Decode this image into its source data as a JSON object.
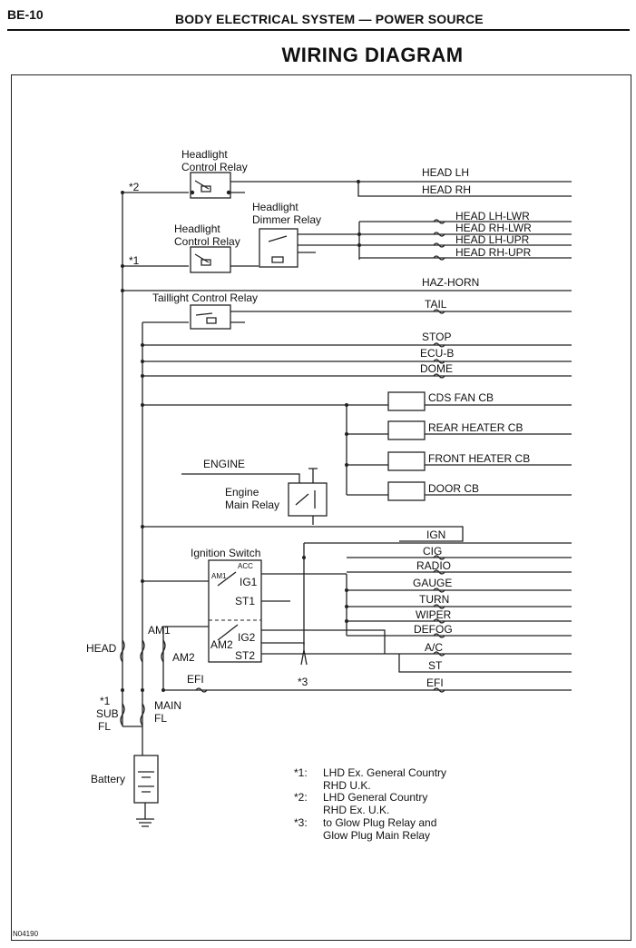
{
  "header": {
    "page_number": "BE-10",
    "system_title": "BODY ELECTRICAL SYSTEM — POWER SOURCE",
    "diagram_title": "WIRING DIAGRAM"
  },
  "relays": {
    "headlight_control_relay_upper": "Headlight\nControl Relay",
    "headlight_control_relay_lower": "Headlight\nControl Relay",
    "headlight_dimmer_relay": "Headlight\nDimmer Relay",
    "taillight_control_relay": "Taillight Control Relay",
    "engine_main_relay": "Engine\nMain Relay"
  },
  "markers": {
    "note1": "*1",
    "note2": "*2",
    "note3": "*3"
  },
  "outputs_top": [
    "HEAD LH",
    "HEAD RH",
    "HEAD LH-LWR",
    "HEAD RH-LWR",
    "HEAD LH-UPR",
    "HEAD RH-UPR",
    "HAZ-HORN",
    "TAIL",
    "STOP",
    "ECU-B",
    "DOME"
  ],
  "circuit_breakers": [
    "CDS FAN CB",
    "REAR HEATER CB",
    "FRONT HEATER CB",
    "DOOR CB"
  ],
  "engine_label": "ENGINE",
  "ignition": {
    "title": "Ignition Switch",
    "terminals": {
      "am1": "AM1",
      "acc": "ACC",
      "ig1": "IG1",
      "st1": "ST1",
      "am2": "AM2",
      "ig2": "IG2",
      "st2": "ST2"
    }
  },
  "outputs_ignition": [
    "IGN",
    "CIG",
    "RADIO",
    "GAUGE",
    "TURN",
    "WIPER",
    "DEFOG",
    "A/C",
    "ST",
    "EFI"
  ],
  "fusible_links": {
    "head": "HEAD",
    "am1": "AM1",
    "am2": "AM2",
    "efi": "EFI",
    "sub": "*1\nSUB\nFL",
    "main": "MAIN\nFL"
  },
  "battery_label": "Battery",
  "notes": [
    {
      "mark": "*1:",
      "text": "LHD Ex. General Country\nRHD U.K."
    },
    {
      "mark": "*2:",
      "text": "LHD General Country\nRHD Ex. U.K."
    },
    {
      "mark": "*3:",
      "text": "to Glow Plug Relay and\nGlow Plug Main Relay"
    }
  ],
  "footer_code": "N04190"
}
